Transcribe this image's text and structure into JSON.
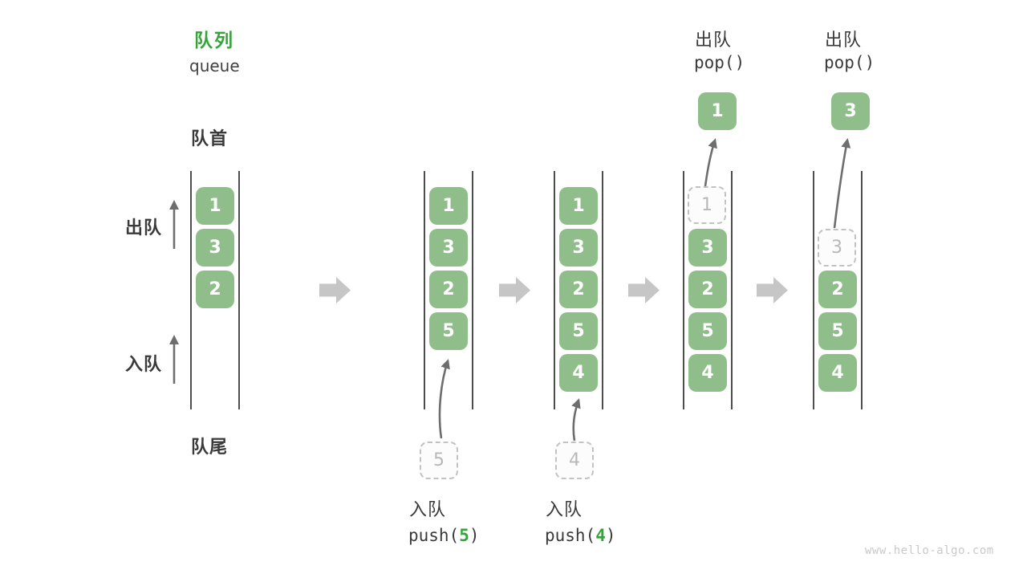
{
  "header": {
    "title_cn": "队列",
    "title_en": "queue"
  },
  "side_labels": {
    "front": "队首",
    "rear": "队尾",
    "dequeue": "出队",
    "enqueue": "入队"
  },
  "watermark": "www.hello-algo.com",
  "colors": {
    "box_green": "#8fbe8a",
    "accent_green": "#37a43b",
    "ghost_gray": "#c2c2c2",
    "block_arrow_gray": "#c6c6c6",
    "thin_arrow_gray": "#6e6e6e",
    "text_dark": "#3a3a3a"
  },
  "steps": [
    {
      "name": "initial",
      "cells": [
        "1",
        "3",
        "2"
      ]
    },
    {
      "name": "push-5",
      "cells": [
        "1",
        "3",
        "2",
        "5"
      ],
      "incoming_value": "5",
      "op_label": "入队",
      "op_code_pre": "push(",
      "op_code_arg": "5",
      "op_code_post": ")"
    },
    {
      "name": "push-4",
      "cells": [
        "1",
        "3",
        "2",
        "5",
        "4"
      ],
      "incoming_value": "4",
      "op_label": "入队",
      "op_code_pre": "push(",
      "op_code_arg": "4",
      "op_code_post": ")"
    },
    {
      "name": "pop-1",
      "ghost_value": "1",
      "cells": [
        "3",
        "2",
        "5",
        "4"
      ],
      "popped_value": "1",
      "op_label": "出队",
      "op_code": "pop()"
    },
    {
      "name": "pop-3",
      "ghost_value": "3",
      "cells": [
        "2",
        "5",
        "4"
      ],
      "popped_value": "3",
      "op_label": "出队",
      "op_code": "pop()"
    }
  ]
}
